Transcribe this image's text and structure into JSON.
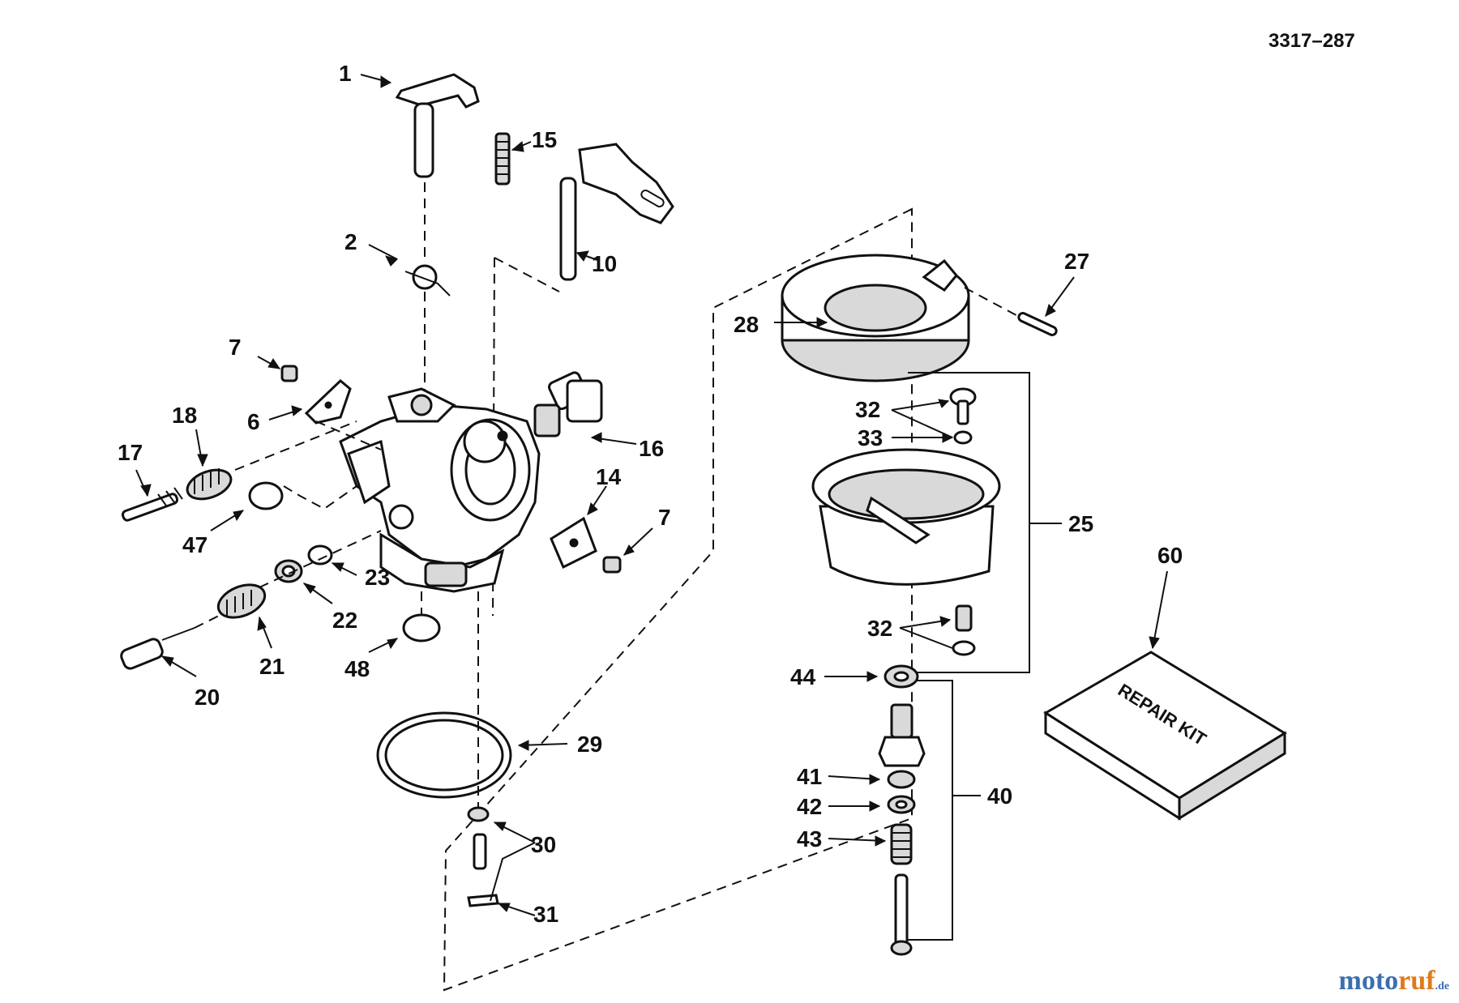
{
  "drawing_ref": "3317–287",
  "callouts": {
    "c1": "1",
    "c2": "2",
    "c6": "6",
    "c7a": "7",
    "c7b": "7",
    "c10": "10",
    "c14": "14",
    "c15": "15",
    "c16": "16",
    "c17": "17",
    "c18": "18",
    "c20": "20",
    "c21": "21",
    "c22": "22",
    "c23": "23",
    "c25": "25",
    "c27": "27",
    "c28": "28",
    "c29": "29",
    "c30": "30",
    "c31": "31",
    "c32a": "32",
    "c32b": "32",
    "c33": "33",
    "c40": "40",
    "c41": "41",
    "c42": "42",
    "c43": "43",
    "c44": "44",
    "c47": "47",
    "c48": "48",
    "c60": "60"
  },
  "repair_kit_label": "REPAIR KIT",
  "watermark": {
    "part1": "moto",
    "part2": "ruf",
    "part3": ".de"
  }
}
